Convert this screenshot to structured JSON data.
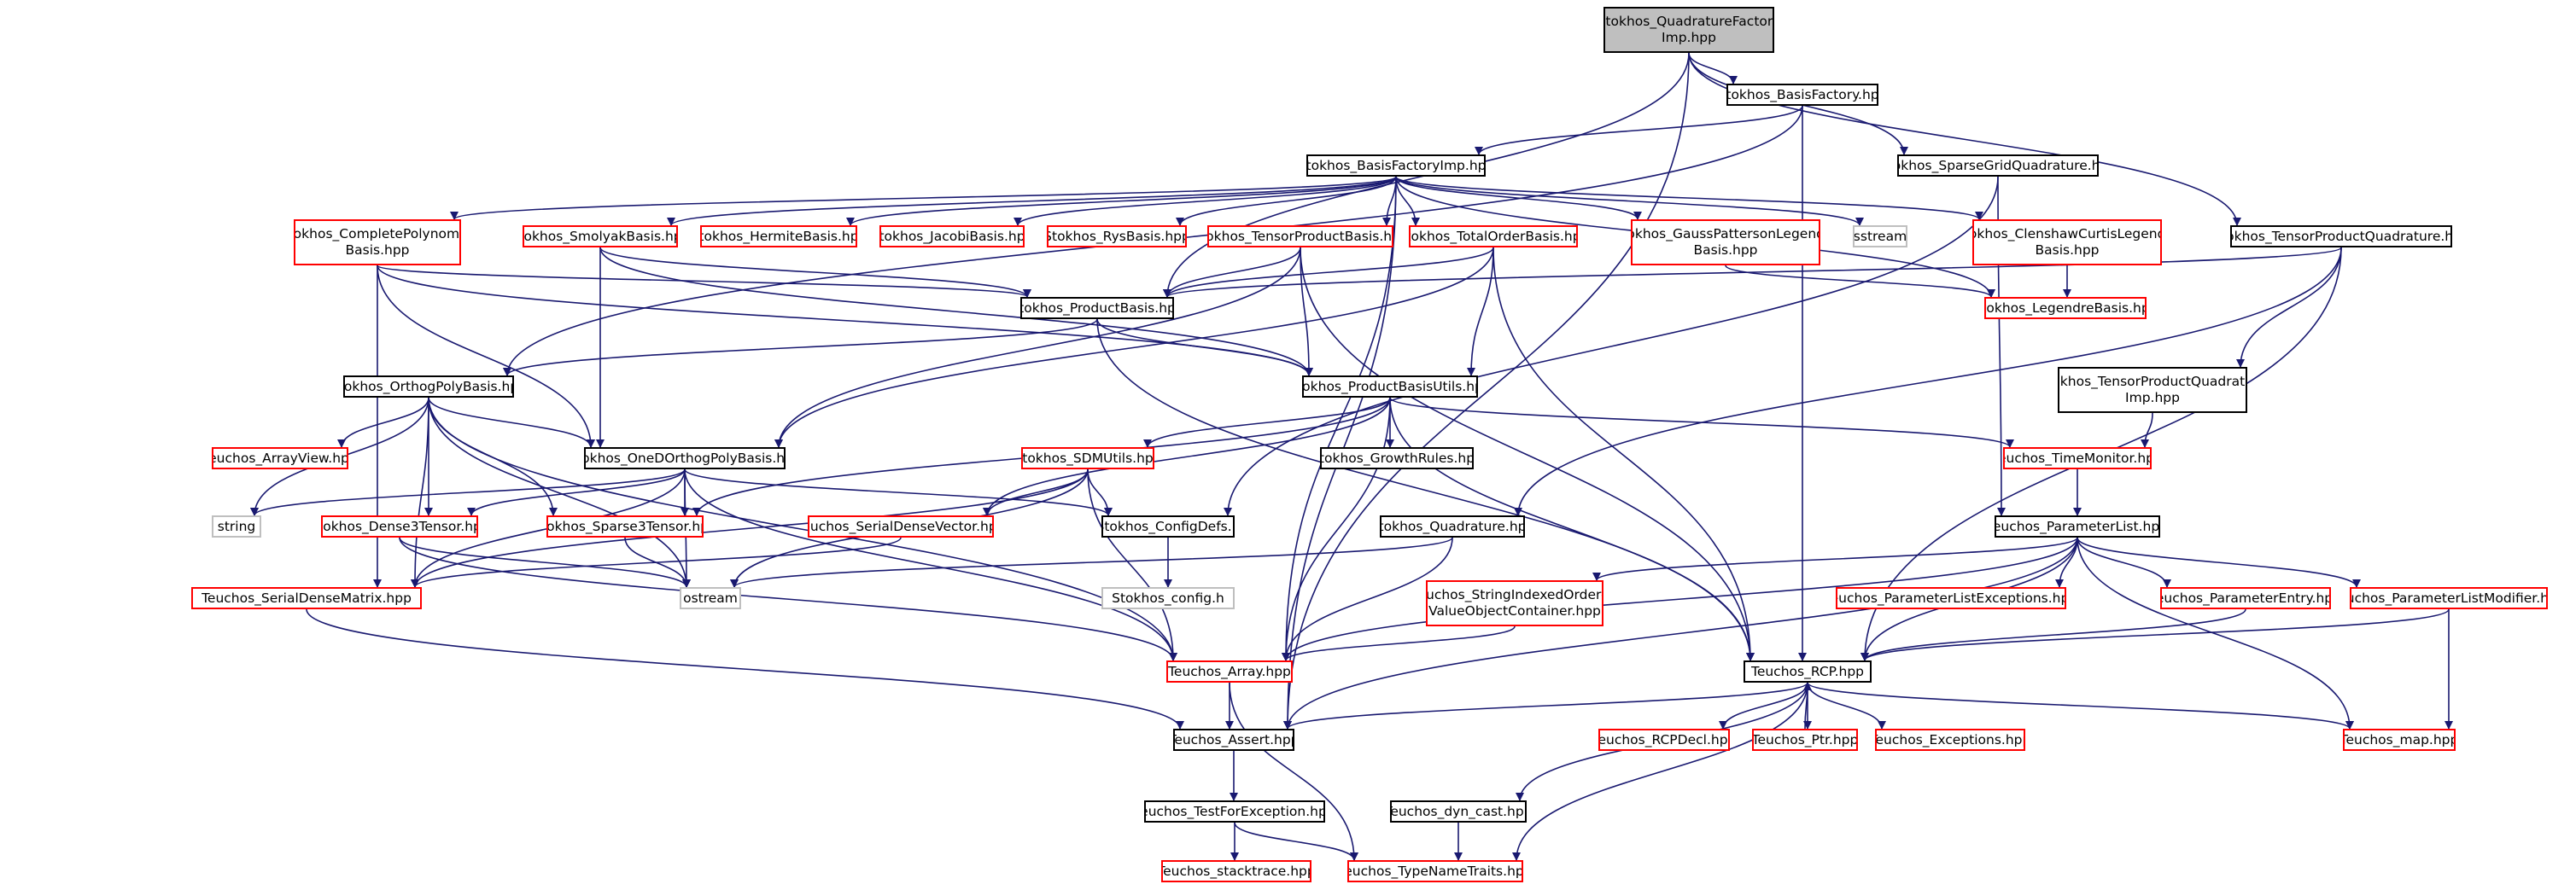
{
  "colors": {
    "edge": "#191970",
    "documented_border": "#000000",
    "undocumented_border": "#ff0000",
    "system_border": "#bfbfbf",
    "root_fill": "#bfbfbf"
  },
  "nodes": [
    {
      "id": "root",
      "lines": [
        "Stokhos_QuadratureFactory",
        "Imp.hpp"
      ],
      "kind": "root"
    },
    {
      "id": "basisfactory",
      "lines": [
        "Stokhos_BasisFactory.hpp"
      ],
      "kind": "documented"
    },
    {
      "id": "basisfactoryimp",
      "lines": [
        "Stokhos_BasisFactoryImp.hpp"
      ],
      "kind": "documented"
    },
    {
      "id": "sparsegrid",
      "lines": [
        "Stokhos_SparseGridQuadrature.hpp"
      ],
      "kind": "documented"
    },
    {
      "id": "tensorquad",
      "lines": [
        "Stokhos_TensorProductQuadrature.hpp"
      ],
      "kind": "documented"
    },
    {
      "id": "completepoly",
      "lines": [
        "Stokhos_CompletePolynomial",
        "Basis.hpp"
      ],
      "kind": "undocumented"
    },
    {
      "id": "smolyak",
      "lines": [
        "Stokhos_SmolyakBasis.hpp"
      ],
      "kind": "undocumented"
    },
    {
      "id": "hermite",
      "lines": [
        "Stokhos_HermiteBasis.hpp"
      ],
      "kind": "undocumented"
    },
    {
      "id": "jacobi",
      "lines": [
        "Stokhos_JacobiBasis.hpp"
      ],
      "kind": "undocumented"
    },
    {
      "id": "rys",
      "lines": [
        "Stokhos_RysBasis.hpp"
      ],
      "kind": "undocumented"
    },
    {
      "id": "tensorbasis",
      "lines": [
        "Stokhos_TensorProductBasis.hpp"
      ],
      "kind": "undocumented"
    },
    {
      "id": "totalorder",
      "lines": [
        "Stokhos_TotalOrderBasis.hpp"
      ],
      "kind": "undocumented"
    },
    {
      "id": "gausspatterson",
      "lines": [
        "Stokhos_GaussPattersonLegendre",
        "Basis.hpp"
      ],
      "kind": "undocumented"
    },
    {
      "id": "sstream",
      "lines": [
        "sstream"
      ],
      "kind": "system"
    },
    {
      "id": "clenshaw",
      "lines": [
        "Stokhos_ClenshawCurtisLegendre",
        "Basis.hpp"
      ],
      "kind": "undocumented"
    },
    {
      "id": "legendre",
      "lines": [
        "Stokhos_LegendreBasis.hpp"
      ],
      "kind": "undocumented"
    },
    {
      "id": "productbasis",
      "lines": [
        "Stokhos_ProductBasis.hpp"
      ],
      "kind": "documented"
    },
    {
      "id": "orthog",
      "lines": [
        "Stokhos_OrthogPolyBasis.hpp"
      ],
      "kind": "documented"
    },
    {
      "id": "productutils",
      "lines": [
        "Stokhos_ProductBasisUtils.hpp"
      ],
      "kind": "documented"
    },
    {
      "id": "tpquadimp",
      "lines": [
        "Stokhos_TensorProductQuadrature",
        "Imp.hpp"
      ],
      "kind": "documented"
    },
    {
      "id": "arrayview",
      "lines": [
        "Teuchos_ArrayView.hpp"
      ],
      "kind": "undocumented"
    },
    {
      "id": "oned",
      "lines": [
        "Stokhos_OneDOrthogPolyBasis.hpp"
      ],
      "kind": "documented"
    },
    {
      "id": "sdmutils",
      "lines": [
        "Stokhos_SDMUtils.hpp"
      ],
      "kind": "undocumented"
    },
    {
      "id": "growth",
      "lines": [
        "Stokhos_GrowthRules.hpp"
      ],
      "kind": "documented"
    },
    {
      "id": "timemonitor",
      "lines": [
        "Teuchos_TimeMonitor.hpp"
      ],
      "kind": "undocumented"
    },
    {
      "id": "string",
      "lines": [
        "string"
      ],
      "kind": "system"
    },
    {
      "id": "dense3",
      "lines": [
        "Stokhos_Dense3Tensor.hpp"
      ],
      "kind": "undocumented"
    },
    {
      "id": "sparse3",
      "lines": [
        "Stokhos_Sparse3Tensor.hpp"
      ],
      "kind": "undocumented"
    },
    {
      "id": "serialvector",
      "lines": [
        "Teuchos_SerialDenseVector.hpp"
      ],
      "kind": "undocumented"
    },
    {
      "id": "configdefs",
      "lines": [
        "Stokhos_ConfigDefs.h"
      ],
      "kind": "documented"
    },
    {
      "id": "quadrature",
      "lines": [
        "Stokhos_Quadrature.hpp"
      ],
      "kind": "documented"
    },
    {
      "id": "paramlist",
      "lines": [
        "Teuchos_ParameterList.hpp"
      ],
      "kind": "documented"
    },
    {
      "id": "serialmatrix",
      "lines": [
        "Teuchos_SerialDenseMatrix.hpp"
      ],
      "kind": "undocumented"
    },
    {
      "id": "ostream",
      "lines": [
        "ostream"
      ],
      "kind": "system"
    },
    {
      "id": "config",
      "lines": [
        "Stokhos_config.h"
      ],
      "kind": "system"
    },
    {
      "id": "stringindexed",
      "lines": [
        "Teuchos_StringIndexedOrdered",
        "ValueObjectContainer.hpp"
      ],
      "kind": "undocumented"
    },
    {
      "id": "paramexceptions",
      "lines": [
        "Teuchos_ParameterListExceptions.hpp"
      ],
      "kind": "undocumented"
    },
    {
      "id": "paramentry",
      "lines": [
        "Teuchos_ParameterEntry.hpp"
      ],
      "kind": "undocumented"
    },
    {
      "id": "parammodifier",
      "lines": [
        "Teuchos_ParameterListModifier.hpp"
      ],
      "kind": "undocumented"
    },
    {
      "id": "array",
      "lines": [
        "Teuchos_Array.hpp"
      ],
      "kind": "undocumented"
    },
    {
      "id": "rcp",
      "lines": [
        "Teuchos_RCP.hpp"
      ],
      "kind": "documented"
    },
    {
      "id": "assert",
      "lines": [
        "Teuchos_Assert.hpp"
      ],
      "kind": "documented"
    },
    {
      "id": "rcpdecl",
      "lines": [
        "Teuchos_RCPDecl.hpp"
      ],
      "kind": "undocumented"
    },
    {
      "id": "ptr",
      "lines": [
        "Teuchos_Ptr.hpp"
      ],
      "kind": "undocumented"
    },
    {
      "id": "exceptions",
      "lines": [
        "Teuchos_Exceptions.hpp"
      ],
      "kind": "undocumented"
    },
    {
      "id": "map",
      "lines": [
        "Teuchos_map.hpp"
      ],
      "kind": "undocumented"
    },
    {
      "id": "testforexc",
      "lines": [
        "Teuchos_TestForException.hpp"
      ],
      "kind": "documented"
    },
    {
      "id": "dyncast",
      "lines": [
        "Teuchos_dyn_cast.hpp"
      ],
      "kind": "documented"
    },
    {
      "id": "stacktrace",
      "lines": [
        "Teuchos_stacktrace.hpp"
      ],
      "kind": "undocumented"
    },
    {
      "id": "typenametraits",
      "lines": [
        "Teuchos_TypeNameTraits.hpp"
      ],
      "kind": "undocumented"
    }
  ],
  "edges": [
    [
      "root",
      "basisfactory"
    ],
    [
      "root",
      "sparsegrid"
    ],
    [
      "root",
      "tensorquad"
    ],
    [
      "root",
      "assert"
    ],
    [
      "root",
      "productbasis"
    ],
    [
      "basisfactory",
      "basisfactoryimp"
    ],
    [
      "basisfactory",
      "orthog"
    ],
    [
      "basisfactory",
      "rcp"
    ],
    [
      "basisfactoryimp",
      "completepoly"
    ],
    [
      "basisfactoryimp",
      "smolyak"
    ],
    [
      "basisfactoryimp",
      "hermite"
    ],
    [
      "basisfactoryimp",
      "jacobi"
    ],
    [
      "basisfactoryimp",
      "rys"
    ],
    [
      "basisfactoryimp",
      "tensorbasis"
    ],
    [
      "basisfactoryimp",
      "totalorder"
    ],
    [
      "basisfactoryimp",
      "gausspatterson"
    ],
    [
      "basisfactoryimp",
      "sstream"
    ],
    [
      "basisfactoryimp",
      "clenshaw"
    ],
    [
      "basisfactoryimp",
      "legendre"
    ],
    [
      "basisfactoryimp",
      "array"
    ],
    [
      "basisfactoryimp",
      "assert"
    ],
    [
      "sparsegrid",
      "configdefs"
    ],
    [
      "sparsegrid",
      "paramlist"
    ],
    [
      "tensorquad",
      "productbasis"
    ],
    [
      "tensorquad",
      "tpquadimp"
    ],
    [
      "tensorquad",
      "quadrature"
    ],
    [
      "tensorquad",
      "rcp"
    ],
    [
      "completepoly",
      "productbasis"
    ],
    [
      "completepoly",
      "oned"
    ],
    [
      "completepoly",
      "serialmatrix"
    ],
    [
      "completepoly",
      "productutils"
    ],
    [
      "smolyak",
      "productbasis"
    ],
    [
      "smolyak",
      "oned"
    ],
    [
      "smolyak",
      "productutils"
    ],
    [
      "tensorbasis",
      "productbasis"
    ],
    [
      "tensorbasis",
      "oned"
    ],
    [
      "tensorbasis",
      "productutils"
    ],
    [
      "tensorbasis",
      "rcp"
    ],
    [
      "totalorder",
      "productbasis"
    ],
    [
      "totalorder",
      "oned"
    ],
    [
      "totalorder",
      "productutils"
    ],
    [
      "totalorder",
      "rcp"
    ],
    [
      "gausspatterson",
      "legendre"
    ],
    [
      "clenshaw",
      "legendre"
    ],
    [
      "productbasis",
      "orthog"
    ],
    [
      "productbasis",
      "productutils"
    ],
    [
      "productbasis",
      "rcp"
    ],
    [
      "orthog",
      "oned"
    ],
    [
      "orthog",
      "arrayview"
    ],
    [
      "orthog",
      "string"
    ],
    [
      "orthog",
      "dense3"
    ],
    [
      "orthog",
      "sparse3"
    ],
    [
      "orthog",
      "serialmatrix"
    ],
    [
      "orthog",
      "ostream"
    ],
    [
      "orthog",
      "array"
    ],
    [
      "productutils",
      "growth"
    ],
    [
      "productutils",
      "sdmutils"
    ],
    [
      "productutils",
      "sparse3"
    ],
    [
      "productutils",
      "serialvector"
    ],
    [
      "productutils",
      "timemonitor"
    ],
    [
      "productutils",
      "array"
    ],
    [
      "productutils",
      "rcp"
    ],
    [
      "tpquadimp",
      "timemonitor"
    ],
    [
      "oned",
      "string"
    ],
    [
      "oned",
      "dense3"
    ],
    [
      "oned",
      "sparse3"
    ],
    [
      "oned",
      "serialmatrix"
    ],
    [
      "oned",
      "ostream"
    ],
    [
      "oned",
      "configdefs"
    ],
    [
      "oned",
      "array"
    ],
    [
      "sdmutils",
      "serialvector"
    ],
    [
      "sdmutils",
      "configdefs"
    ],
    [
      "sdmutils",
      "serialmatrix"
    ],
    [
      "sdmutils",
      "ostream"
    ],
    [
      "sdmutils",
      "array"
    ],
    [
      "timemonitor",
      "paramlist"
    ],
    [
      "dense3",
      "ostream"
    ],
    [
      "dense3",
      "array"
    ],
    [
      "sparse3",
      "ostream"
    ],
    [
      "serialvector",
      "serialmatrix"
    ],
    [
      "configdefs",
      "config"
    ],
    [
      "quadrature",
      "ostream"
    ],
    [
      "quadrature",
      "array"
    ],
    [
      "paramlist",
      "stringindexed"
    ],
    [
      "paramlist",
      "paramexceptions"
    ],
    [
      "paramlist",
      "paramentry"
    ],
    [
      "paramlist",
      "parammodifier"
    ],
    [
      "paramlist",
      "rcp"
    ],
    [
      "paramlist",
      "array"
    ],
    [
      "paramlist",
      "assert"
    ],
    [
      "paramlist",
      "map"
    ],
    [
      "serialmatrix",
      "assert"
    ],
    [
      "stringindexed",
      "array"
    ],
    [
      "paramentry",
      "rcp"
    ],
    [
      "parammodifier",
      "rcp"
    ],
    [
      "parammodifier",
      "map"
    ],
    [
      "array",
      "assert"
    ],
    [
      "array",
      "typenametraits"
    ],
    [
      "rcp",
      "assert"
    ],
    [
      "rcp",
      "rcpdecl"
    ],
    [
      "rcp",
      "ptr"
    ],
    [
      "rcp",
      "exceptions"
    ],
    [
      "rcp",
      "map"
    ],
    [
      "rcp",
      "dyncast"
    ],
    [
      "rcp",
      "typenametraits"
    ],
    [
      "ptr",
      "rcp"
    ],
    [
      "assert",
      "testforexc"
    ],
    [
      "testforexc",
      "stacktrace"
    ],
    [
      "testforexc",
      "typenametraits"
    ],
    [
      "dyncast",
      "typenametraits"
    ]
  ]
}
